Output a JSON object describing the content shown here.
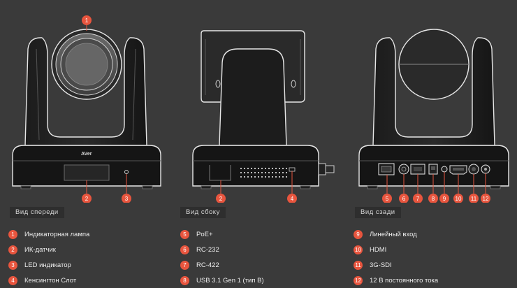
{
  "brand": "AVer",
  "views": {
    "front": "Вид спереди",
    "side": "Вид сбоку",
    "back": "Вид сзади"
  },
  "legend_columns": [
    [
      {
        "num": "1",
        "text": "Индикаторная лампа"
      },
      {
        "num": "2",
        "text": "ИК-датчик"
      },
      {
        "num": "3",
        "text": "LED индикатор"
      },
      {
        "num": "4",
        "text": "Кенсингтон Слот"
      }
    ],
    [
      {
        "num": "5",
        "text": "PoE+"
      },
      {
        "num": "6",
        "text": "RC-232"
      },
      {
        "num": "7",
        "text": "RC-422"
      },
      {
        "num": "8",
        "text": "USB 3.1 Gen 1 (тип B)"
      }
    ],
    [
      {
        "num": "9",
        "text": "Линейный вход"
      },
      {
        "num": "10",
        "text": "HDMI"
      },
      {
        "num": "11",
        "text": "3G-SDI"
      },
      {
        "num": "12",
        "text": "12 В постоянного тока"
      }
    ]
  ],
  "callouts": {
    "front": [
      "1",
      "2",
      "3"
    ],
    "side": [
      "2",
      "4"
    ],
    "back": [
      "5",
      "6",
      "7",
      "8",
      "9",
      "10",
      "11",
      "12"
    ]
  },
  "colors": {
    "background": "#3a3a3a",
    "accent": "#e8553e",
    "line": "#e6e6e6"
  }
}
